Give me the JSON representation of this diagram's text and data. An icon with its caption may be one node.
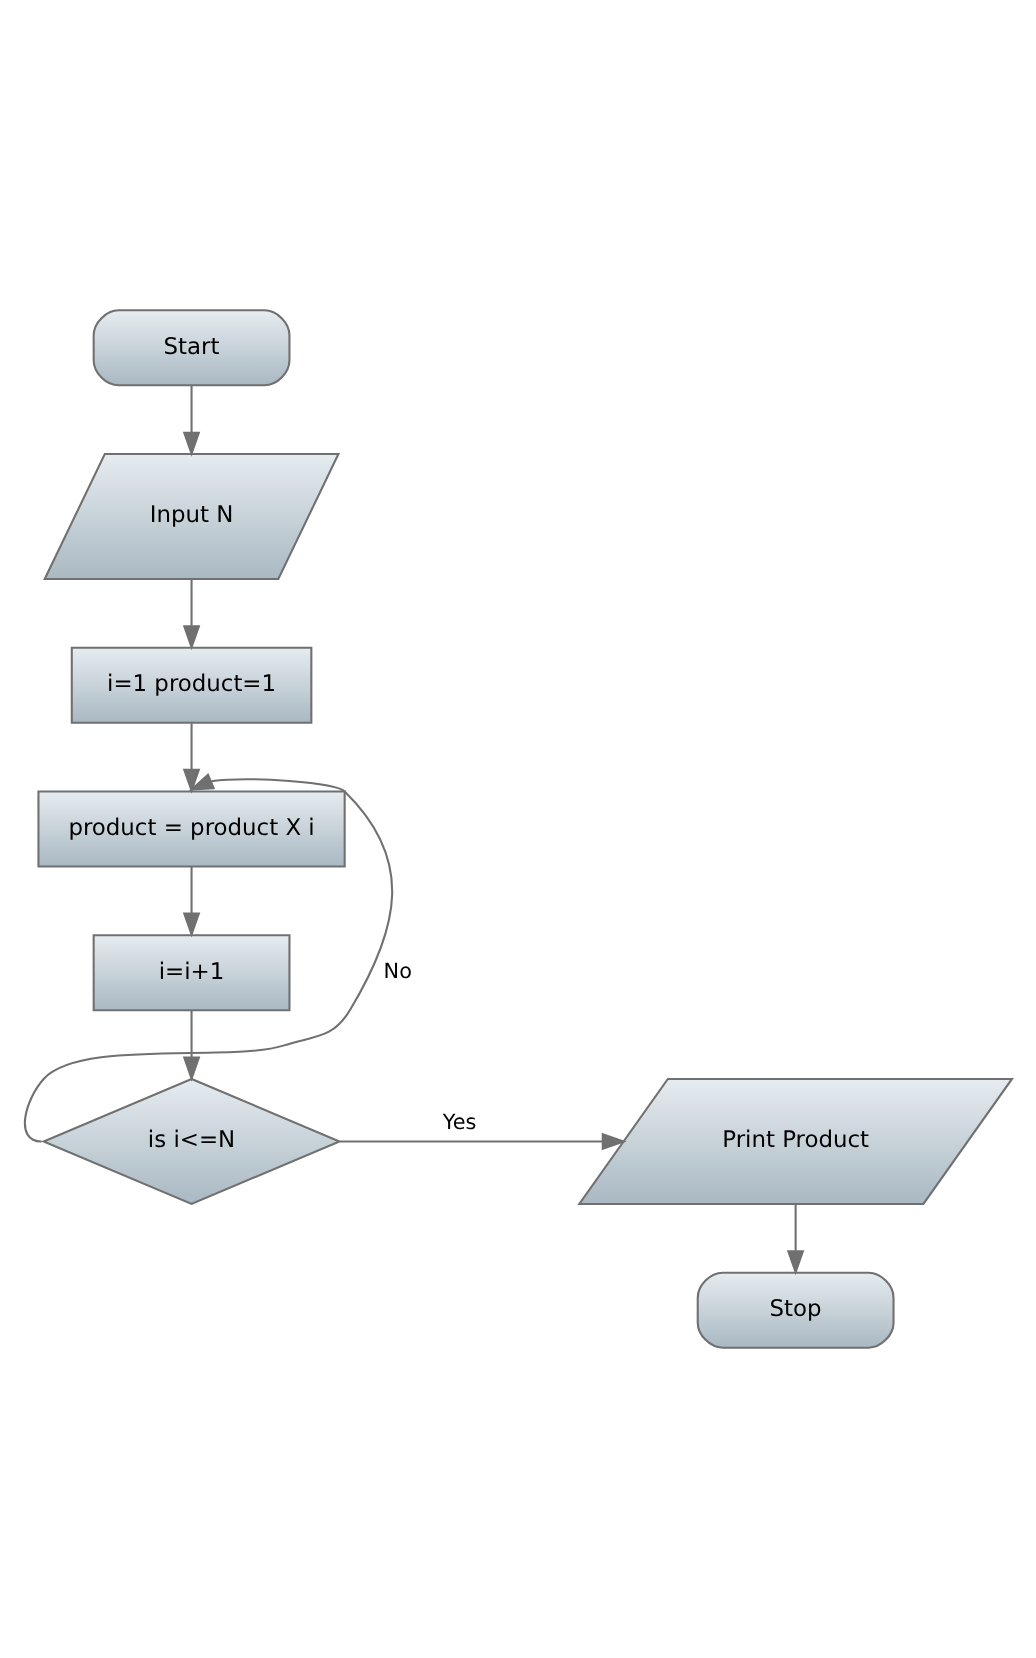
{
  "diagram": {
    "nodes": [
      {
        "text": [
          "Start"
        ]
      },
      {
        "text": [
          "Input N"
        ]
      },
      {
        "text": [
          "i=1 product=1"
        ]
      },
      {
        "text": [
          "product = product X i"
        ]
      },
      {
        "text": [
          "i=i+1"
        ]
      },
      {
        "text": [
          "is i<=N"
        ]
      },
      {
        "text": [
          "Print Product"
        ]
      },
      {
        "text": [
          "Stop"
        ]
      }
    ],
    "edges": [
      {
        "from": 0,
        "to": 1,
        "arrow": "to"
      },
      {
        "from": 1,
        "to": 2,
        "arrow": "to"
      },
      {
        "from": 2,
        "to": 3,
        "arrow": "to"
      },
      {
        "from": 3,
        "to": 4,
        "arrow": "to"
      },
      {
        "from": 4,
        "to": 5,
        "arrow": "to"
      },
      {
        "from": 5,
        "to": 3,
        "label": "No",
        "arrow": "to"
      },
      {
        "from": 5,
        "to": 6,
        "label": "Yes",
        "arrow": "to"
      },
      {
        "from": 6,
        "to": 7,
        "arrow": "to"
      }
    ]
  }
}
